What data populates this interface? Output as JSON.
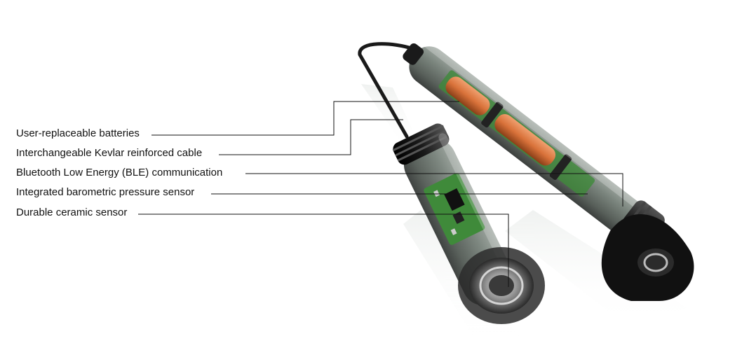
{
  "diagram": {
    "callouts": [
      {
        "id": "batteries",
        "label": "User-replaceable batteries"
      },
      {
        "id": "cable",
        "label": "Interchangeable Kevlar reinforced cable"
      },
      {
        "id": "ble",
        "label": "Bluetooth Low Energy (BLE) communication"
      },
      {
        "id": "barometric",
        "label": "Integrated barometric pressure sensor"
      },
      {
        "id": "ceramic",
        "label": "Durable ceramic sensor"
      }
    ]
  },
  "colors": {
    "leader_line": "#111111",
    "label_text": "#111111",
    "tube_body": "#6f7a72",
    "tube_dark": "#2b2f2d",
    "battery": "#d9723a",
    "pcb": "#3f8a3a",
    "cap": "#141414"
  }
}
